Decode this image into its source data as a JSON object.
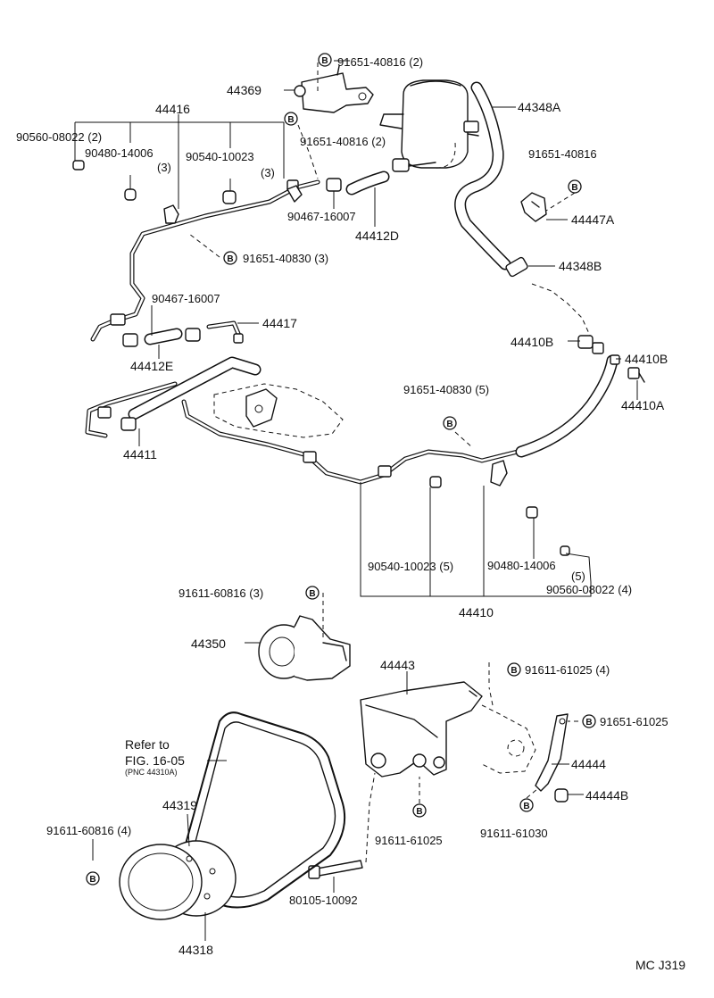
{
  "bolt_mark": "B",
  "labels": {
    "l_91651_40816_2_top": "91651-40816 (2)",
    "l_44369": "44369",
    "l_44348a": "44348A",
    "l_44416": "44416",
    "l_90560_08022_2": "90560-08022 (2)",
    "l_91651_40816_2_mid": "91651-40816 (2)",
    "l_90480_14006": "90480-14006",
    "l_90480_14006_qty": "(3)",
    "l_90540_10023": "90540-10023",
    "l_90540_10023_qty": "(3)",
    "l_91651_40816_right": "91651-40816",
    "l_90467_16007_top": "90467-16007",
    "l_44412d": "44412D",
    "l_44447a": "44447A",
    "l_91651_40830_3": "91651-40830 (3)",
    "l_44348b": "44348B",
    "l_90467_16007_left": "90467-16007",
    "l_44417": "44417",
    "l_44410b_left": "44410B",
    "l_44410b_right": "44410B",
    "l_44412e": "44412E",
    "l_44410a": "44410A",
    "l_91651_40830_5": "91651-40830 (5)",
    "l_44411": "44411",
    "l_90540_10023_5": "90540-10023 (5)",
    "l_90480_14006_5": "90480-14006",
    "l_90480_14006_5_qty": "(5)",
    "l_90560_08022_4": "90560-08022 (4)",
    "l_44410": "44410",
    "l_91611_60816_3": "91611-60816 (3)",
    "l_44350": "44350",
    "l_44443": "44443",
    "l_91611_61025_4": "91611-61025 (4)",
    "l_91651_61025": "91651-61025",
    "l_refer_to": "Refer to",
    "l_fig_16_05": "FIG. 16-05",
    "l_pnc": "(PNC 44310A)",
    "l_44444": "44444",
    "l_44319": "44319",
    "l_44444b": "44444B",
    "l_91611_60816_4": "91611-60816 (4)",
    "l_91611_61025_bottom": "91611-61025",
    "l_91611_61030": "91611-61030",
    "l_80105_10092": "80105-10092",
    "l_44318": "44318",
    "l_code": "MC J319"
  }
}
